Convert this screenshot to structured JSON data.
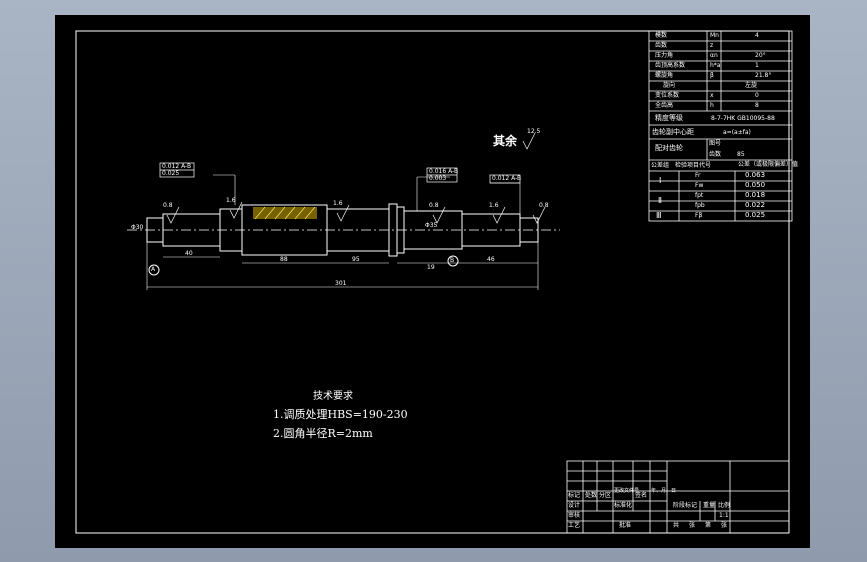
{
  "params_table": {
    "rows": [
      {
        "name": "模数",
        "sym": "Mn",
        "val": "4"
      },
      {
        "name": "齿数",
        "sym": "z",
        "val": ""
      },
      {
        "name": "压力角",
        "sym": "αn",
        "val": "20°"
      },
      {
        "name": "齿顶高系数",
        "sym": "h*a",
        "val": "1"
      },
      {
        "name": "螺旋角",
        "sym": "β",
        "val": "21.8°"
      },
      {
        "name": "旋向",
        "sym": "",
        "val": "左旋"
      },
      {
        "name": "变位系数",
        "sym": "x",
        "val": "0"
      },
      {
        "name": "全齿高",
        "sym": "h",
        "val": "8"
      },
      {
        "name": "精度等级",
        "sym": "",
        "val": "8-7-7HK GB10095-88"
      },
      {
        "name": "齿轮副中心距",
        "sym": "",
        "val": "a=(a±fa)"
      },
      {
        "name": "配对齿轮",
        "sym": "图号",
        "val": ""
      },
      {
        "name": "",
        "sym": "齿数",
        "val": "85"
      },
      {
        "name": "公差组",
        "sym": "检验项目代号",
        "val": "公差（或极限偏差）值"
      }
    ],
    "tolerance_rows": [
      {
        "group": "Ⅰ",
        "sym": "Fr",
        "val": "0.063"
      },
      {
        "group": "",
        "sym": "Fw",
        "val": "0.050"
      },
      {
        "group": "Ⅱ",
        "sym": "fpt",
        "val": "0.018"
      },
      {
        "group": "",
        "sym": "fpb",
        "val": "0.022"
      },
      {
        "group": "Ⅲ",
        "sym": "Fβ",
        "val": "0.025"
      }
    ]
  },
  "surface_note": {
    "text": "其余",
    "value": "12.5"
  },
  "datum_labels": [
    "A",
    "B"
  ],
  "roughness_values": [
    "0.8",
    "1.6",
    "1.6",
    "0.8",
    "1.6",
    "0.8"
  ],
  "tolerance_frames": {
    "left": [
      "0.012 A-B",
      "0.025"
    ],
    "middle": [
      "0.016 A-B",
      "0.003"
    ],
    "right": [
      "0.012 A-B"
    ]
  },
  "dimensions": {
    "d1": "Φ30",
    "d2": "Φ35",
    "seg1": "40",
    "seg2": "88",
    "seg3": "95",
    "seg4": "19",
    "seg5": "46",
    "overall": "301"
  },
  "tech_requirements": {
    "title": "技术要求",
    "lines": [
      "1.调质处理HBS=190-230",
      "2.圆角半径R=2mm"
    ]
  },
  "title_block": {
    "labels": [
      "标记",
      "处数",
      "分区",
      "更改文件号",
      "签名",
      "年、月、日",
      "设计",
      "标准化",
      "审核",
      "工艺",
      "批准",
      "阶段标记",
      "重量",
      "比例",
      "共",
      "张",
      "第",
      "张"
    ],
    "scale": "1:1"
  },
  "colors": {
    "background": "#000000",
    "line": "#ffffff",
    "accent": "#ffff00",
    "frame": "#a9b4c4"
  }
}
